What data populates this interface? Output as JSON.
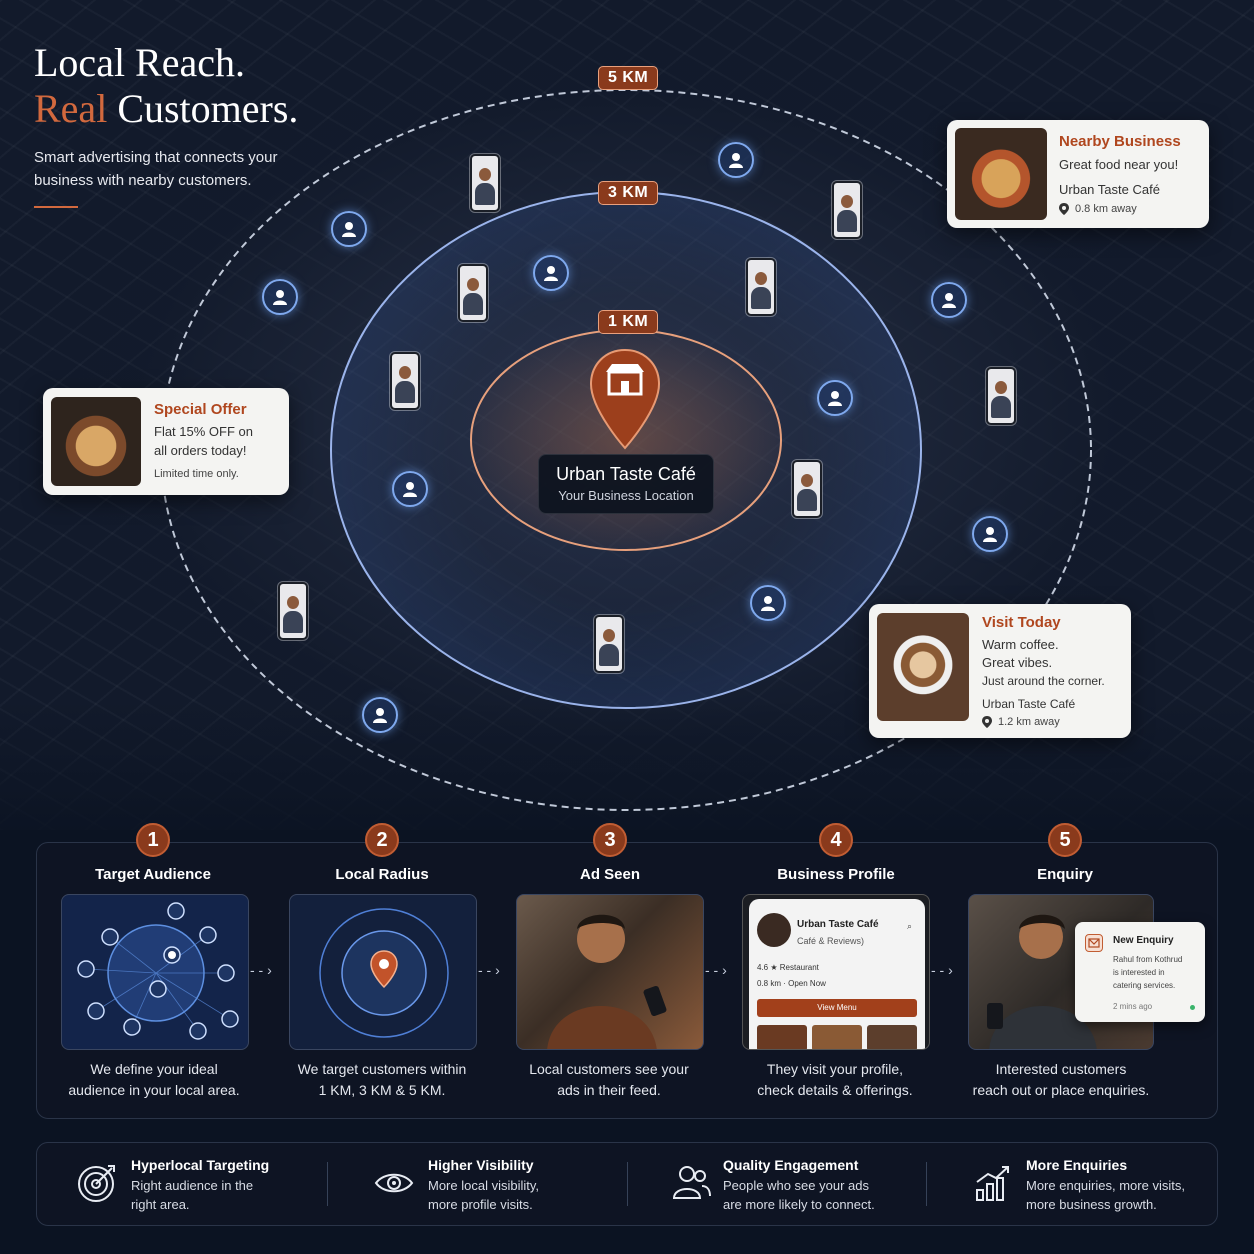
{
  "headline": {
    "line1": "Local Reach.",
    "line2_accent": "Real",
    "line2_rest": "Customers.",
    "subtitle": "Smart advertising that connects your business with nearby customers."
  },
  "map": {
    "radius_labels": {
      "outer": "5 KM",
      "middle": "3 KM",
      "inner": "1 KM"
    },
    "business": {
      "name": "Urban Taste Café",
      "caption": "Your Business Location"
    }
  },
  "cards": {
    "nearby": {
      "title": "Nearby Business",
      "line": "Great food near you!",
      "name": "Urban Taste Café",
      "distance": "0.8 km away"
    },
    "offer": {
      "title": "Special Offer",
      "line1": "Flat 15% OFF on",
      "line2": "all orders today!",
      "note": "Limited time only."
    },
    "visit": {
      "title": "Visit Today",
      "line1": "Warm coffee.",
      "line2": "Great vibes.",
      "line3": "Just around the corner.",
      "name": "Urban Taste Café",
      "distance": "1.2 km away"
    }
  },
  "steps": [
    {
      "num": "1",
      "title": "Target Audience",
      "desc1": "We define your ideal",
      "desc2": "audience in your local area."
    },
    {
      "num": "2",
      "title": "Local Radius",
      "desc1": "We target customers within",
      "desc2": "1 KM, 3 KM & 5 KM."
    },
    {
      "num": "3",
      "title": "Ad Seen",
      "desc1": "Local customers see your",
      "desc2": "ads in their feed."
    },
    {
      "num": "4",
      "title": "Business Profile",
      "desc1": "They visit your profile,",
      "desc2": "check details & offerings."
    },
    {
      "num": "5",
      "title": "Enquiry",
      "desc1": "Interested customers",
      "desc2": "reach out or place enquiries."
    }
  ],
  "profile_mock": {
    "name": "Urban Taste Café",
    "reviews": "Café & Reviews)",
    "rating": "4.6 ★ Restaurant",
    "status": "0.8 km · Open Now",
    "button": "View Menu"
  },
  "enquiry_mock": {
    "title": "New Enquiry",
    "line1": "Rahul from Kothrud",
    "line2": "is interested in",
    "line3": "catering services.",
    "time": "2 mins ago"
  },
  "benefits": [
    {
      "title": "Hyperlocal Targeting",
      "line1": "Right audience in the",
      "line2": "right area.",
      "icon": "target-icon"
    },
    {
      "title": "Higher Visibility",
      "line1": "More local visibility,",
      "line2": "more profile visits.",
      "icon": "eye-icon"
    },
    {
      "title": "Quality Engagement",
      "line1": "People who see your ads",
      "line2": "are more likely to connect.",
      "icon": "users-icon"
    },
    {
      "title": "More Enquiries",
      "line1": "More enquiries, more visits,",
      "line2": "more business growth.",
      "icon": "growth-chart-icon"
    }
  ],
  "colors": {
    "accent": "#d2693e",
    "accent_dark": "#8a3a1c",
    "ring_blue": "#9fc0ff",
    "background": "#0b1322"
  }
}
